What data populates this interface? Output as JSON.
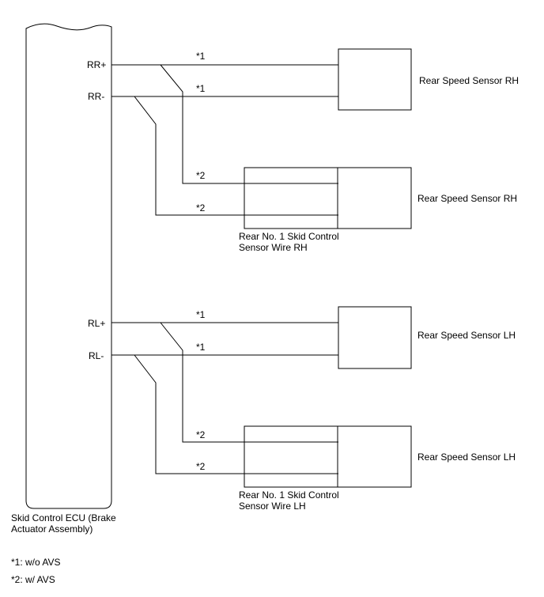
{
  "ecu": {
    "label_line1": "Skid Control ECU (Brake",
    "label_line2": "Actuator Assembly)"
  },
  "terminals": {
    "rr_plus": "RR+",
    "rr_minus": "RR-",
    "rl_plus": "RL+",
    "rl_minus": "RL-"
  },
  "wire_marks": {
    "without_avs": "*1",
    "with_avs": "*2"
  },
  "components": {
    "sensor_rh_upper": "Rear Speed Sensor RH",
    "sensor_rh_lower": "Rear Speed Sensor RH",
    "sensor_lh_upper": "Rear Speed Sensor LH",
    "sensor_lh_lower": "Rear Speed Sensor LH",
    "wire_rh_line1": "Rear No. 1 Skid Control",
    "wire_rh_line2": "Sensor Wire RH",
    "wire_lh_line1": "Rear No. 1 Skid Control",
    "wire_lh_line2": "Sensor Wire LH"
  },
  "legend": {
    "note1": "*1: w/o AVS",
    "note2": "*2: w/ AVS"
  }
}
